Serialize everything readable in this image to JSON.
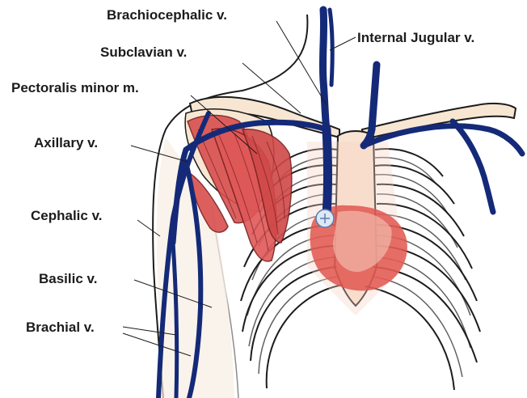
{
  "labels": {
    "brachiocephalic": "Brachiocephalic v.",
    "internal_jugular": "Internal Jugular v.",
    "subclavian": "Subclavian v.",
    "pectoralis_minor": "Pectoralis minor m.",
    "axillary": "Axillary v.",
    "cephalic": "Cephalic v.",
    "basilic": "Basilic v.",
    "brachial": "Brachial v."
  },
  "colors": {
    "vein": "#142a78",
    "muscle": "#d94f4f",
    "bone": "#f7e6d2",
    "outline": "#1c1c1c",
    "heart": "#e0564f"
  }
}
